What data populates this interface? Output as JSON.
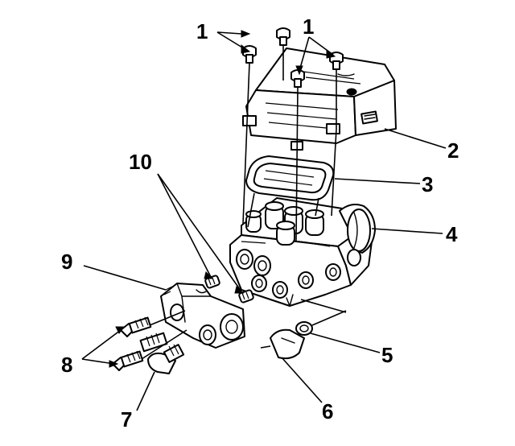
{
  "figure": {
    "colors": {
      "ink": "#000000",
      "paper": "#ffffff"
    },
    "callouts": [
      {
        "number": "1"
      },
      {
        "number": "1"
      },
      {
        "number": "2"
      },
      {
        "number": "3"
      },
      {
        "number": "4"
      },
      {
        "number": "5"
      },
      {
        "number": "6"
      },
      {
        "number": "7"
      },
      {
        "number": "8"
      },
      {
        "number": "9"
      },
      {
        "number": "10"
      }
    ]
  }
}
